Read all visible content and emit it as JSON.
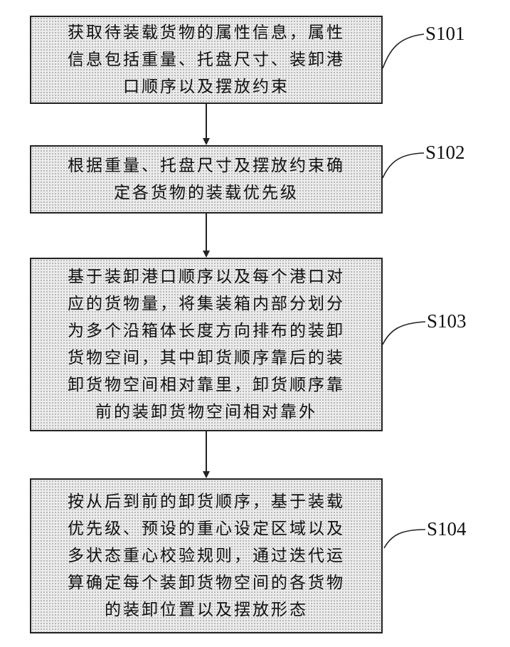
{
  "steps": [
    {
      "id": "S101",
      "text": "获取待装载货物的属性信息，属性\n信息包括重量、托盘尺寸、装卸港\n口顺序以及摆放约束"
    },
    {
      "id": "S102",
      "text": "根据重量、托盘尺寸及摆放约束确\n定各货物的装载优先级"
    },
    {
      "id": "S103",
      "text": "基于装卸港口顺序以及每个港口对\n应的货物量，将集装箱内部分划分\n为多个沿箱体长度方向排布的装卸\n货物空间，其中卸货顺序靠后的装\n卸货物空间相对靠里，卸货顺序靠\n前的装卸货物空间相对靠外"
    },
    {
      "id": "S104",
      "text": "按从后到前的卸货顺序，基于装载\n优先级、预设的重心设定区域以及\n多状态重心校验规则，通过迭代运\n算确定每个装卸货物空间的各货物\n的装卸位置以及摆放形态"
    }
  ]
}
